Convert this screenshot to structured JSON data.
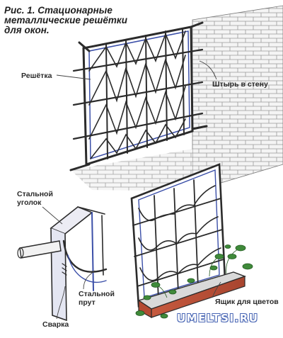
{
  "figure": {
    "title_line1": "Рис. 1. Стационарные",
    "title_line2": "металлические решётки",
    "title_line3": "для окон."
  },
  "labels": {
    "grille": "Решётка",
    "wall_pin": "Штырь в стену",
    "steel_angle_line1": "Стальной",
    "steel_angle_line2": "уголок",
    "steel_rod_line1": "Стальной",
    "steel_rod_line2": "прут",
    "weld": "Сварка",
    "flower_box": "Ящик для цветов"
  },
  "watermark": "UMELTSI.RU",
  "colors": {
    "ink": "#2b2b2b",
    "frame_blue": "#3b4fa8",
    "wall_brick": "#b8b8b8",
    "plant_green": "#3f8a3a",
    "box_red": "#c0503a"
  }
}
